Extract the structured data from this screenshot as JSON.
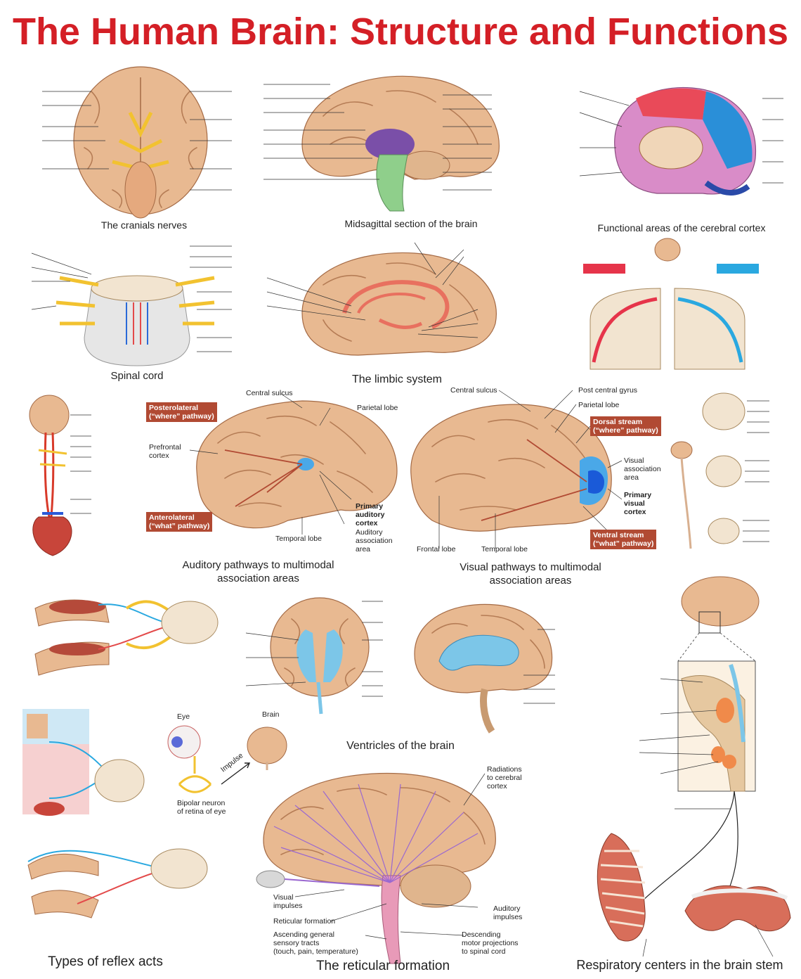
{
  "title": "The Human Brain: Structure and Functions",
  "panels": {
    "cranial": {
      "caption": "The cranials nerves"
    },
    "midsagittal": {
      "caption": "Midsagittal section of the brain"
    },
    "functional": {
      "caption": "Functional areas of the cerebral cortex"
    },
    "spinal": {
      "caption": "Spinal cord"
    },
    "limbic": {
      "caption": "The limbic system"
    },
    "auditory": {
      "caption_line1": "Auditory pathways to multimodal",
      "caption_line2": "association areas",
      "labels": {
        "central_sulcus": "Central sulcus",
        "parietal_lobe": "Parietal lobe",
        "prefrontal_line1": "Prefrontal",
        "prefrontal_line2": "cortex",
        "temporal_lobe": "Temporal lobe",
        "primary_auditory_line1": "Primary",
        "primary_auditory_line2": "auditory",
        "primary_auditory_line3": "cortex",
        "auditory_assoc_line1": "Auditory",
        "auditory_assoc_line2": "association",
        "auditory_assoc_line3": "area",
        "posterolateral_line1": "Posterolateral",
        "posterolateral_line2": "(“where” pathway)",
        "anterolateral_line1": "Anterolateral",
        "anterolateral_line2": "(“what” pathway)"
      }
    },
    "visual": {
      "caption_line1": "Visual pathways to multimodal",
      "caption_line2": "association areas",
      "labels": {
        "central_sulcus": "Central sulcus",
        "post_central_gyrus": "Post central gyrus",
        "parietal_lobe": "Parietal lobe",
        "dorsal_line1": "Dorsal stream",
        "dorsal_line2": "(“where” pathway)",
        "visual_assoc_line1": "Visual",
        "visual_assoc_line2": "association",
        "visual_assoc_line3": "area",
        "primary_visual_line1": "Primary",
        "primary_visual_line2": "visual",
        "primary_visual_line3": "cortex",
        "ventral_line1": "Ventral stream",
        "ventral_line2": "(“what” pathway)",
        "frontal_lobe": "Frontal lobe",
        "temporal_lobe": "Temporal lobe"
      }
    },
    "ventricles": {
      "caption": "Ventricles of the brain"
    },
    "reflex": {
      "caption": "Types of reflex acts"
    },
    "eye": {
      "eye": "Eye",
      "brain": "Brain",
      "impulse": "Impulse",
      "bipolar_line1": "Bipolar neuron",
      "bipolar_line2": "of retina of eye"
    },
    "reticular": {
      "caption": "The reticular formation",
      "labels": {
        "radiations_line1": "Radiations",
        "radiations_line2": "to cerebral",
        "radiations_line3": "cortex",
        "visual_line1": "Visual",
        "visual_line2": "impulses",
        "reticular_formation": "Reticular formation",
        "ascending_line1": "Ascending general",
        "ascending_line2": "sensory tracts",
        "ascending_line3": "(touch, pain, temperature)",
        "auditory_line1": "Auditory",
        "auditory_line2": "impulses",
        "descending_line1": "Descending",
        "descending_line2": "motor projections",
        "descending_line3": "to spinal cord"
      }
    },
    "respiratory": {
      "caption": "Respiratory centers in the brain stem"
    }
  },
  "colors": {
    "title": "#d41f26",
    "brain": "#e8b991",
    "ventricle": "#7cc6e8",
    "tag": "#b14a33",
    "nerve": "#f2c230",
    "motor_red": "#e34a4a",
    "sensory_blue": "#29a8e0"
  }
}
